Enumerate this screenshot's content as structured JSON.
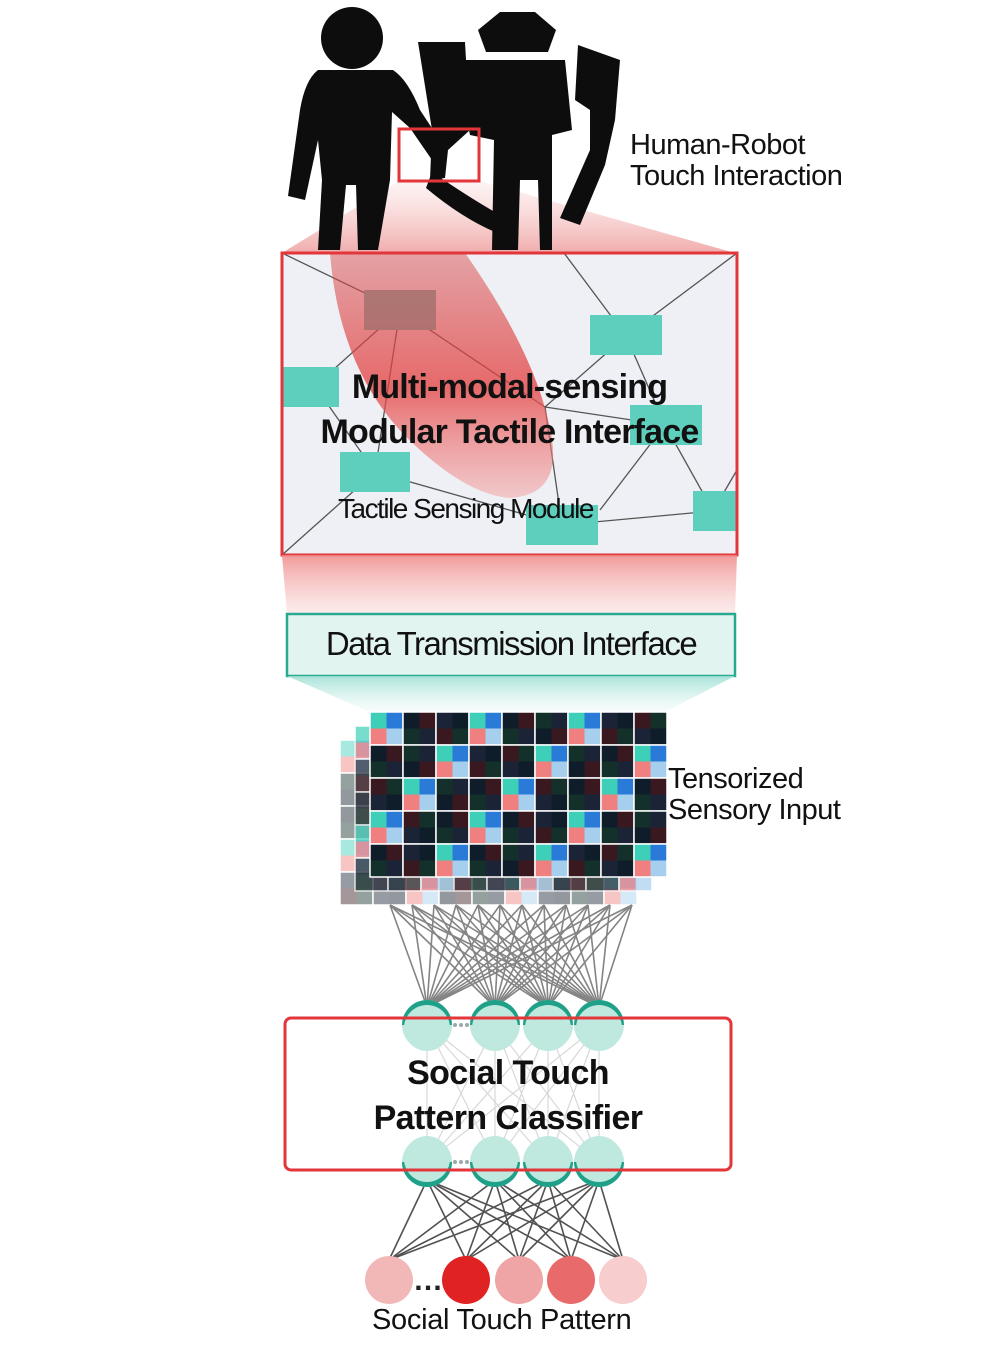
{
  "labels": {
    "human_robot": [
      "Human-Robot",
      "Touch Interaction"
    ],
    "module_title": [
      "Multi-modal-sensing",
      "Modular Tactile Interface"
    ],
    "module_subtitle": "Tactile Sensing Module",
    "data_interface": "Data Transmission Interface",
    "tensor_input": [
      "Tensorized",
      "Sensory Input"
    ],
    "classifier": [
      "Social Touch",
      "Pattern Classifier"
    ],
    "output": "Social Touch Pattern",
    "ellipsis": "…"
  },
  "colors": {
    "figure": "#0d0d0d",
    "accent_red": "#e3363b",
    "teal_module": "#5fcfbd",
    "teal_node": "#1fa088",
    "teal_light": "#bfe8df",
    "interface_fill": "#e2f4f0",
    "panel_fill": "#eef0f5",
    "output_nodes": [
      "#f2b8b8",
      "#e02222",
      "#efa5a5",
      "#e86a6a",
      "#f7cdcd"
    ]
  },
  "tensor_palette": [
    "#0f1d2b",
    "#3a1820",
    "#14302a",
    "#1b2436",
    "#3ecfb8",
    "#2a7bd8",
    "#f08080",
    "#a6cfee",
    "#0a0a10"
  ]
}
